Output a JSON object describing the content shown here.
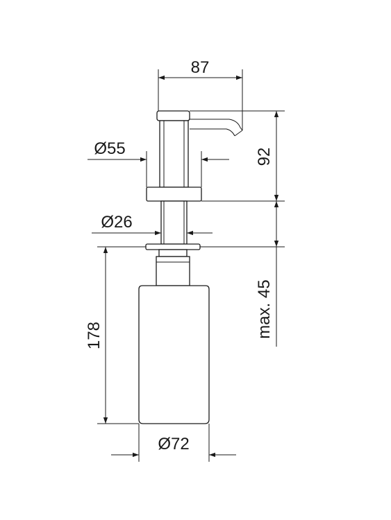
{
  "dimensions": {
    "spout_reach": "87",
    "pump_height": "92",
    "collar_diameter": "Ø55",
    "shank_diameter": "Ø26",
    "bottle_height": "178",
    "max_counter_thickness": "max. 45",
    "bottle_diameter": "Ø72"
  },
  "colors": {
    "line": "#1a1a1a",
    "background": "#ffffff"
  }
}
